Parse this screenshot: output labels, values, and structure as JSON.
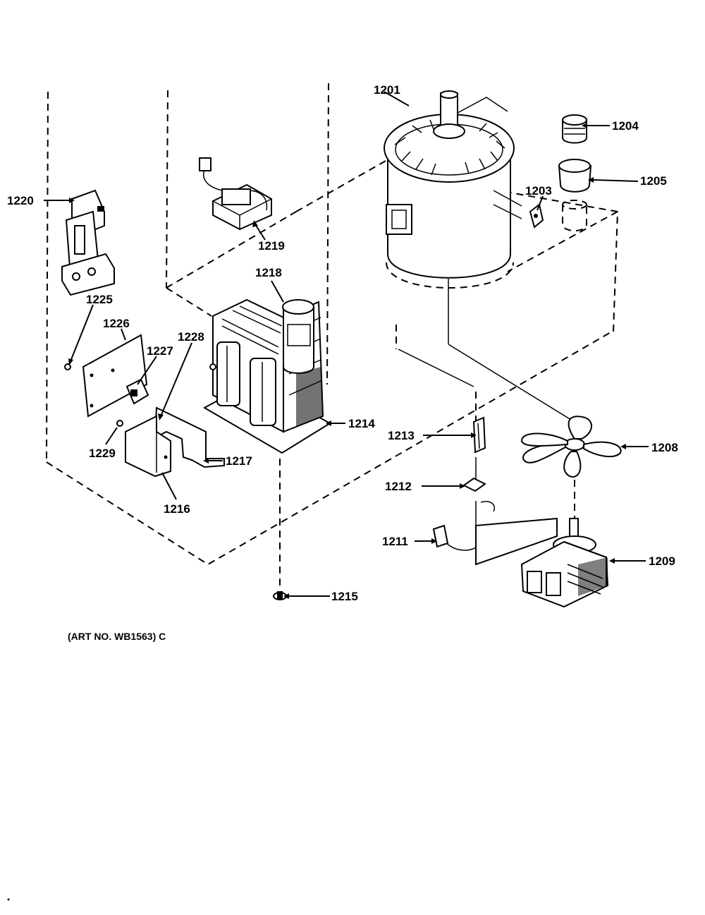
{
  "labels": {
    "p1201": "1201",
    "p1203": "1203",
    "p1204": "1204",
    "p1205": "1205",
    "p1208": "1208",
    "p1209": "1209",
    "p1211": "1211",
    "p1212": "1212",
    "p1213": "1213",
    "p1214": "1214",
    "p1215": "1215",
    "p1216": "1216",
    "p1217": "1217",
    "p1218": "1218",
    "p1219": "1219",
    "p1220": "1220",
    "p1225": "1225",
    "p1226": "1226",
    "p1227": "1227",
    "p1228": "1228",
    "p1229": "1229"
  },
  "caption": "(ART NO. WB1563) C"
}
